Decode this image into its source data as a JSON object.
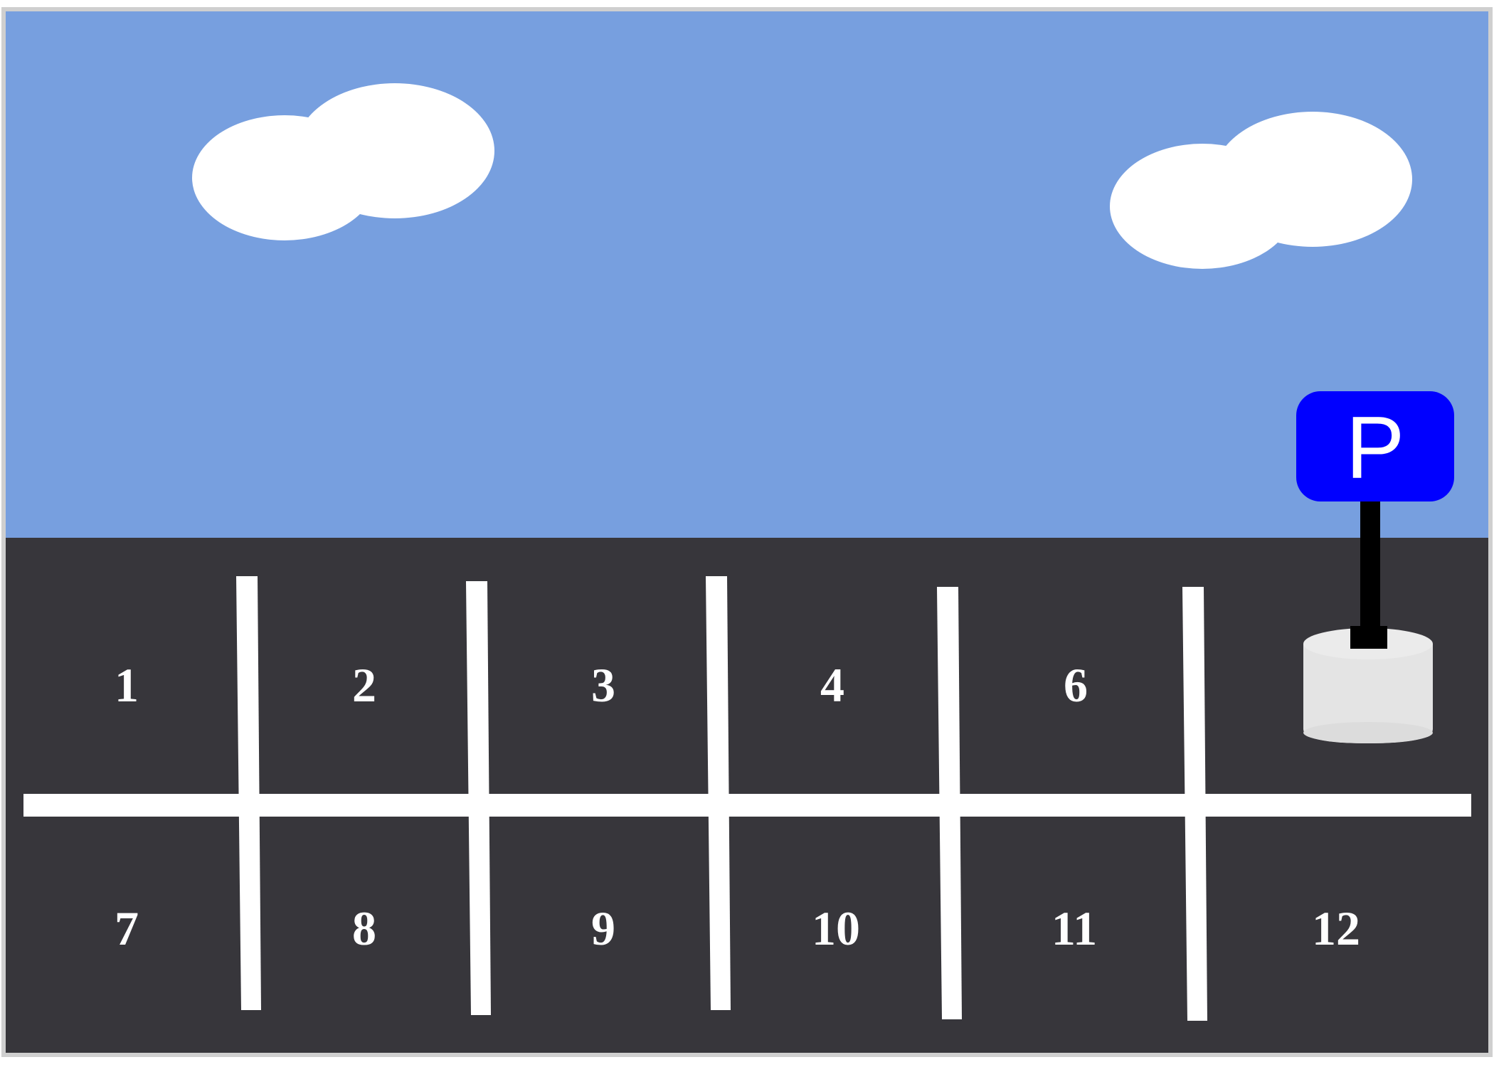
{
  "scene": {
    "sky_color": "#779fdf",
    "lot_color": "#37363b",
    "line_color": "#ffffff",
    "sign_color": "#0000ff"
  },
  "sign": {
    "letter": "P",
    "icon": "parking-sign-icon"
  },
  "spots": {
    "top": [
      {
        "label": "1"
      },
      {
        "label": "2"
      },
      {
        "label": "3"
      },
      {
        "label": "4"
      },
      {
        "label": "6"
      },
      {
        "label": ""
      }
    ],
    "bottom": [
      {
        "label": "7"
      },
      {
        "label": "8"
      },
      {
        "label": "9"
      },
      {
        "label": "10"
      },
      {
        "label": "11"
      },
      {
        "label": "12"
      }
    ]
  },
  "obstacle": {
    "icon": "sign-base-block-icon",
    "spot_row": "top",
    "spot_index": 5
  }
}
